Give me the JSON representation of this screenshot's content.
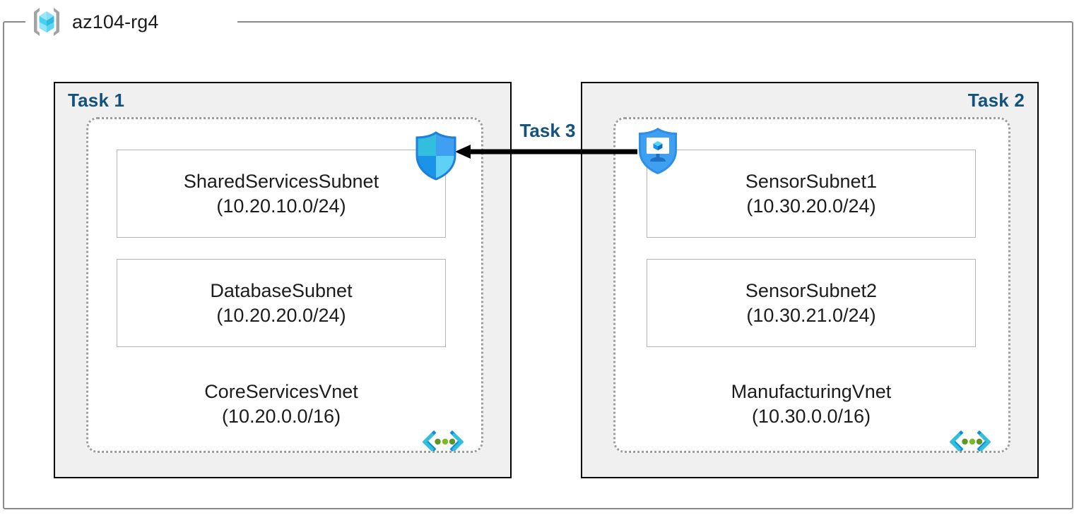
{
  "resource_group": {
    "title": "az104-rg4",
    "icon": "resource-group-cube-icon"
  },
  "colors": {
    "task_label": "#13517e",
    "panel_background": "#f0f0f0",
    "panel_border": "#000000",
    "vnet_border": "#9d9d9d",
    "subnet_border": "#b4b4b4",
    "frame_border": "#8a8a8a",
    "azure_blue": "#0078d4",
    "cyan": "#32bedd",
    "green_dot": "#5e9624",
    "arrow": "#000000"
  },
  "panels": [
    {
      "task_label": "Task 1",
      "label_align": "left",
      "vnet": {
        "name": "CoreServicesVnet",
        "cidr": "(10.20.0.0/16)",
        "icon": "virtual-network-icon"
      },
      "subnets": [
        {
          "name": "SharedServicesSubnet",
          "cidr": "(10.20.10.0/24)"
        },
        {
          "name": "DatabaseSubnet",
          "cidr": "(10.20.20.0/24)"
        }
      ]
    },
    {
      "task_label": "Task 2",
      "label_align": "right",
      "vnet": {
        "name": "ManufacturingVnet",
        "cidr": "(10.30.0.0/16)",
        "icon": "virtual-network-icon"
      },
      "subnets": [
        {
          "name": "SensorSubnet1",
          "cidr": "(10.30.20.0/24)"
        },
        {
          "name": "SensorSubnet2",
          "cidr": "(10.30.21.0/24)"
        }
      ]
    }
  ],
  "connection": {
    "label": "Task 3",
    "direction": "right-to-left",
    "source_icon": "network-watcher-shield-icon",
    "target_icon": "network-security-group-shield-icon"
  }
}
